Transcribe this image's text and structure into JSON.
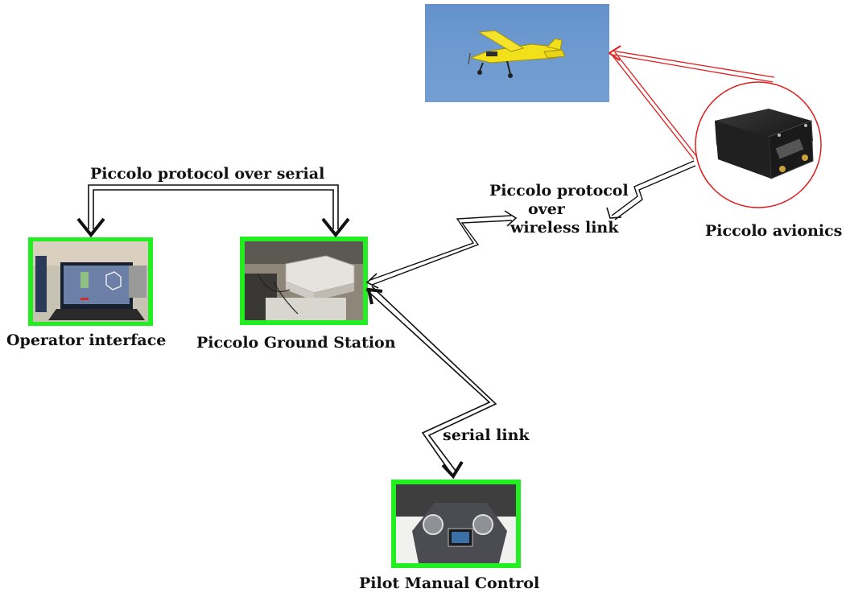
{
  "labels": {
    "serial_protocol": "Piccolo protocol over serial",
    "wireless_protocol_line1": "Piccolo protocol",
    "wireless_protocol_line2": "over",
    "wireless_protocol_line3": "wireless link",
    "operator_interface": "Operator interface",
    "ground_station": "Piccolo Ground Station",
    "avionics": "Piccolo avionics",
    "serial_link": "serial link",
    "pilot_control": "Pilot Manual Control"
  },
  "colors": {
    "photo_frame": "#22ee22",
    "avionics_highlight": "#e11b1b",
    "connector": "#111111",
    "sky": "#6f9bd0"
  },
  "icons": {
    "aircraft": "yellow-aircraft-photo",
    "avionics": "avionics-box-photo",
    "operator": "laptop-photo",
    "ground_station": "ground-station-photo",
    "pilot": "rc-transmitter-photo"
  }
}
